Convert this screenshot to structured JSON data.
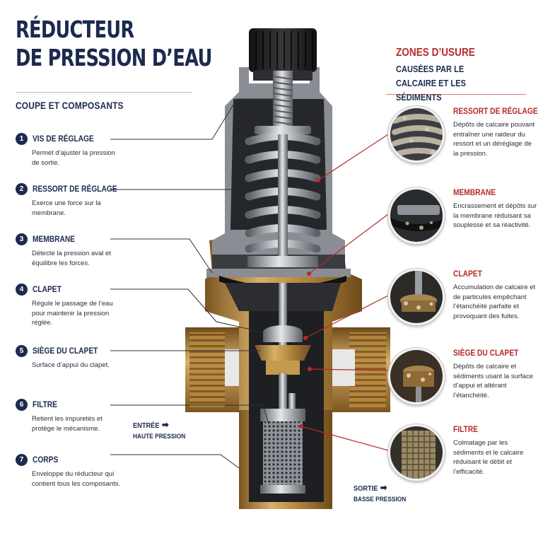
{
  "title": {
    "line1": "RÉDUCTEUR",
    "line2": "DE PRESSION D’EAU"
  },
  "subtitle": "COUPE ET COMPOSANTS",
  "components": [
    {
      "num": "1",
      "name": "VIS DE RÉGLAGE",
      "desc": "Permet d’ajuster la pression de sortie."
    },
    {
      "num": "2",
      "name": "RESSORT DE RÉGLAGE",
      "desc": "Exerce une force sur la membrane."
    },
    {
      "num": "3",
      "name": "MEMBRANE",
      "desc": "Détecte la pression aval et équilibre les forces."
    },
    {
      "num": "4",
      "name": "CLAPET",
      "desc": "Régule le passage de l’eau pour maintenir la pression réglée."
    },
    {
      "num": "5",
      "name": "SIÈGE DU CLAPET",
      "desc": "Surface d’appui du clapet."
    },
    {
      "num": "6",
      "name": "FILTRE",
      "desc": "Retient les impuretés et protège le mécanisme."
    },
    {
      "num": "7",
      "name": "CORPS",
      "desc": "Enveloppe du réducteur qui contient tous les composants."
    }
  ],
  "zones": {
    "title": "ZONES D’USURE",
    "subtitle": "CAUSÉES PAR LE CALCAIRE ET LES SÉDIMENTS",
    "items": [
      {
        "name": "RESSORT DE RÉGLAGE",
        "desc": "Dépôts de calcaire pouvant entraîner une raideur du ressort et un déréglage de la pression."
      },
      {
        "name": "MEMBRANE",
        "desc": "Encrassement et dépôts sur la membrane réduisant sa souplesse et sa réactivité."
      },
      {
        "name": "CLAPET",
        "desc": "Accumulation de calcaire et de particules empêchant l’étanchéité parfaite et provoquant des fuites."
      },
      {
        "name": "SIÈGE DU CLAPET",
        "desc": "Dépôts de calcaire et sédiments usant la surface d’appui et altérant l’étanchéité."
      },
      {
        "name": "FILTRE",
        "desc": "Colmatage par les sédiments et le calcaire réduisant le débit et l’efficacité."
      }
    ]
  },
  "flow": {
    "inlet_label": "ENTRÉE",
    "inlet_sub": "HAUTE PRESSION",
    "outlet_label": "SORTIE",
    "outlet_sub": "BASSE PRESSION"
  },
  "colors": {
    "navy": "#1c2a4e",
    "red": "#b52a2a",
    "brass": "#b8893e",
    "steel": "#a9adb3",
    "dark": "#1a1b1e"
  }
}
